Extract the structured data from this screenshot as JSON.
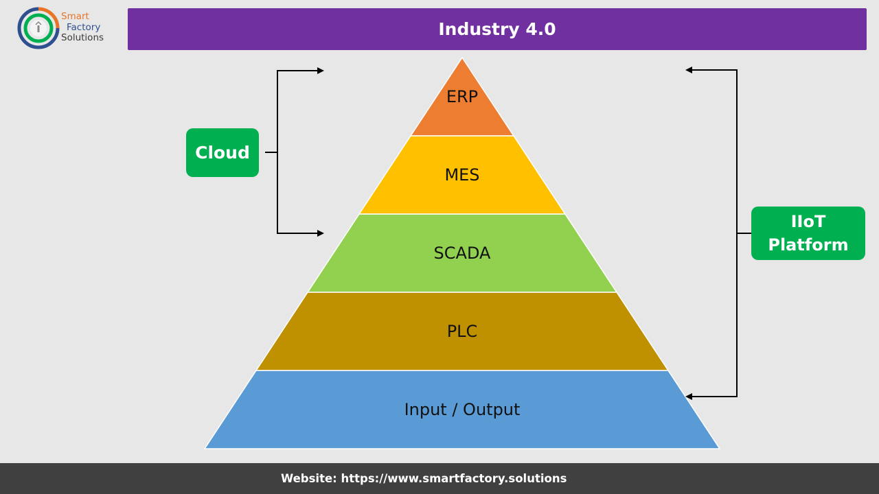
{
  "logo": {
    "line1": "Smart",
    "line2": "Factory",
    "line3": "Solutions",
    "colors": {
      "outer": "#2f4f8f",
      "mid": "#e6752a",
      "inner": "#00b050"
    }
  },
  "header": {
    "title": "Industry 4.0"
  },
  "pyramid": {
    "layers": [
      {
        "label": "ERP",
        "color": "#ed7d31"
      },
      {
        "label": "MES",
        "color": "#ffc000"
      },
      {
        "label": "SCADA",
        "color": "#92d050"
      },
      {
        "label": "PLC",
        "color": "#bf9000"
      },
      {
        "label": "Input / Output",
        "color": "#5b9bd5"
      }
    ]
  },
  "badges": {
    "cloud": "Cloud",
    "iiot_line1": "IIoT",
    "iiot_line2": "Platform",
    "color": "#00b050"
  },
  "footer": {
    "text": "Website: https://www.smartfactory.solutions"
  }
}
